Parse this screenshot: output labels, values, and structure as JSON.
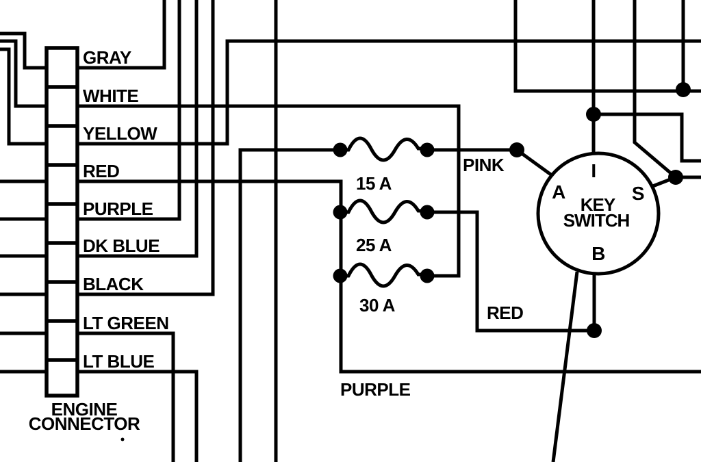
{
  "page": {
    "background": "#ffffff",
    "ink": "#000000"
  },
  "diagram": {
    "connector": {
      "label_line1": "ENGINE",
      "label_line2": "CONNECTOR",
      "pins": [
        "GRAY",
        "WHITE",
        "YELLOW",
        "RED",
        "PURPLE",
        "DK BLUE",
        "BLACK",
        "LT GREEN",
        "LT BLUE"
      ]
    },
    "fuses": [
      {
        "rating": "15 A"
      },
      {
        "rating": "25 A"
      },
      {
        "rating": "30 A"
      }
    ],
    "wire_labels": {
      "pink": "PINK",
      "red": "RED",
      "purple": "PURPLE"
    },
    "key_switch": {
      "name_line1": "KEY",
      "name_line2": "SWITCH",
      "terminal_top": "I",
      "terminal_left": "A",
      "terminal_right": "S",
      "terminal_bottom": "B"
    }
  }
}
